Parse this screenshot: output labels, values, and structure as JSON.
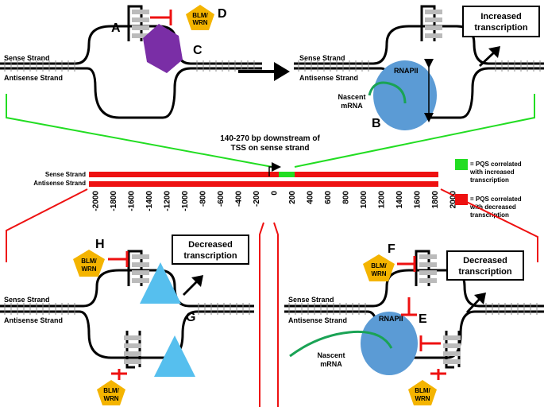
{
  "strands": {
    "sense": "Sense Strand",
    "antisense": "Antisense Strand"
  },
  "letters": {
    "a": "A",
    "b": "B",
    "c": "C",
    "d": "D",
    "e": "E",
    "f": "F",
    "g": "G",
    "h": "H"
  },
  "helicase": {
    "line1": "BLM/",
    "line2": "WRN"
  },
  "rnapii": "RNAPII",
  "nascent": {
    "line1": "Nascent",
    "line2": "mRNA"
  },
  "outcomes": {
    "increased": {
      "line1": "Increased",
      "line2": "transcription"
    },
    "decreased": {
      "line1": "Decreased",
      "line2": "transcription"
    }
  },
  "tss_note": {
    "line1": "140-270 bp downstream of",
    "line2": "TSS on sense strand"
  },
  "legend": {
    "green": {
      "color": "#22dd22",
      "line1": "= PQS correlated",
      "line2": "with increased",
      "line3": "transcription"
    },
    "red": {
      "color": "#ee1111",
      "line1": "= PQS correlated",
      "line2": "with decreased",
      "line3": "transcription"
    }
  },
  "axis_ticks": [
    "-2000",
    "-1800",
    "-1600",
    "-1400",
    "-1200",
    "-1000",
    "-800",
    "-600",
    "-400",
    "-200",
    "0",
    "200",
    "400",
    "600",
    "800",
    "1000",
    "1200",
    "1400",
    "1600",
    "1800",
    "2000"
  ],
  "colors": {
    "red": "#ee1111",
    "green": "#22dd22",
    "purple": "#7a2ea6",
    "blue": "#5b9bd5",
    "cyan": "#56bfee",
    "pentagon": "#f4b400"
  }
}
